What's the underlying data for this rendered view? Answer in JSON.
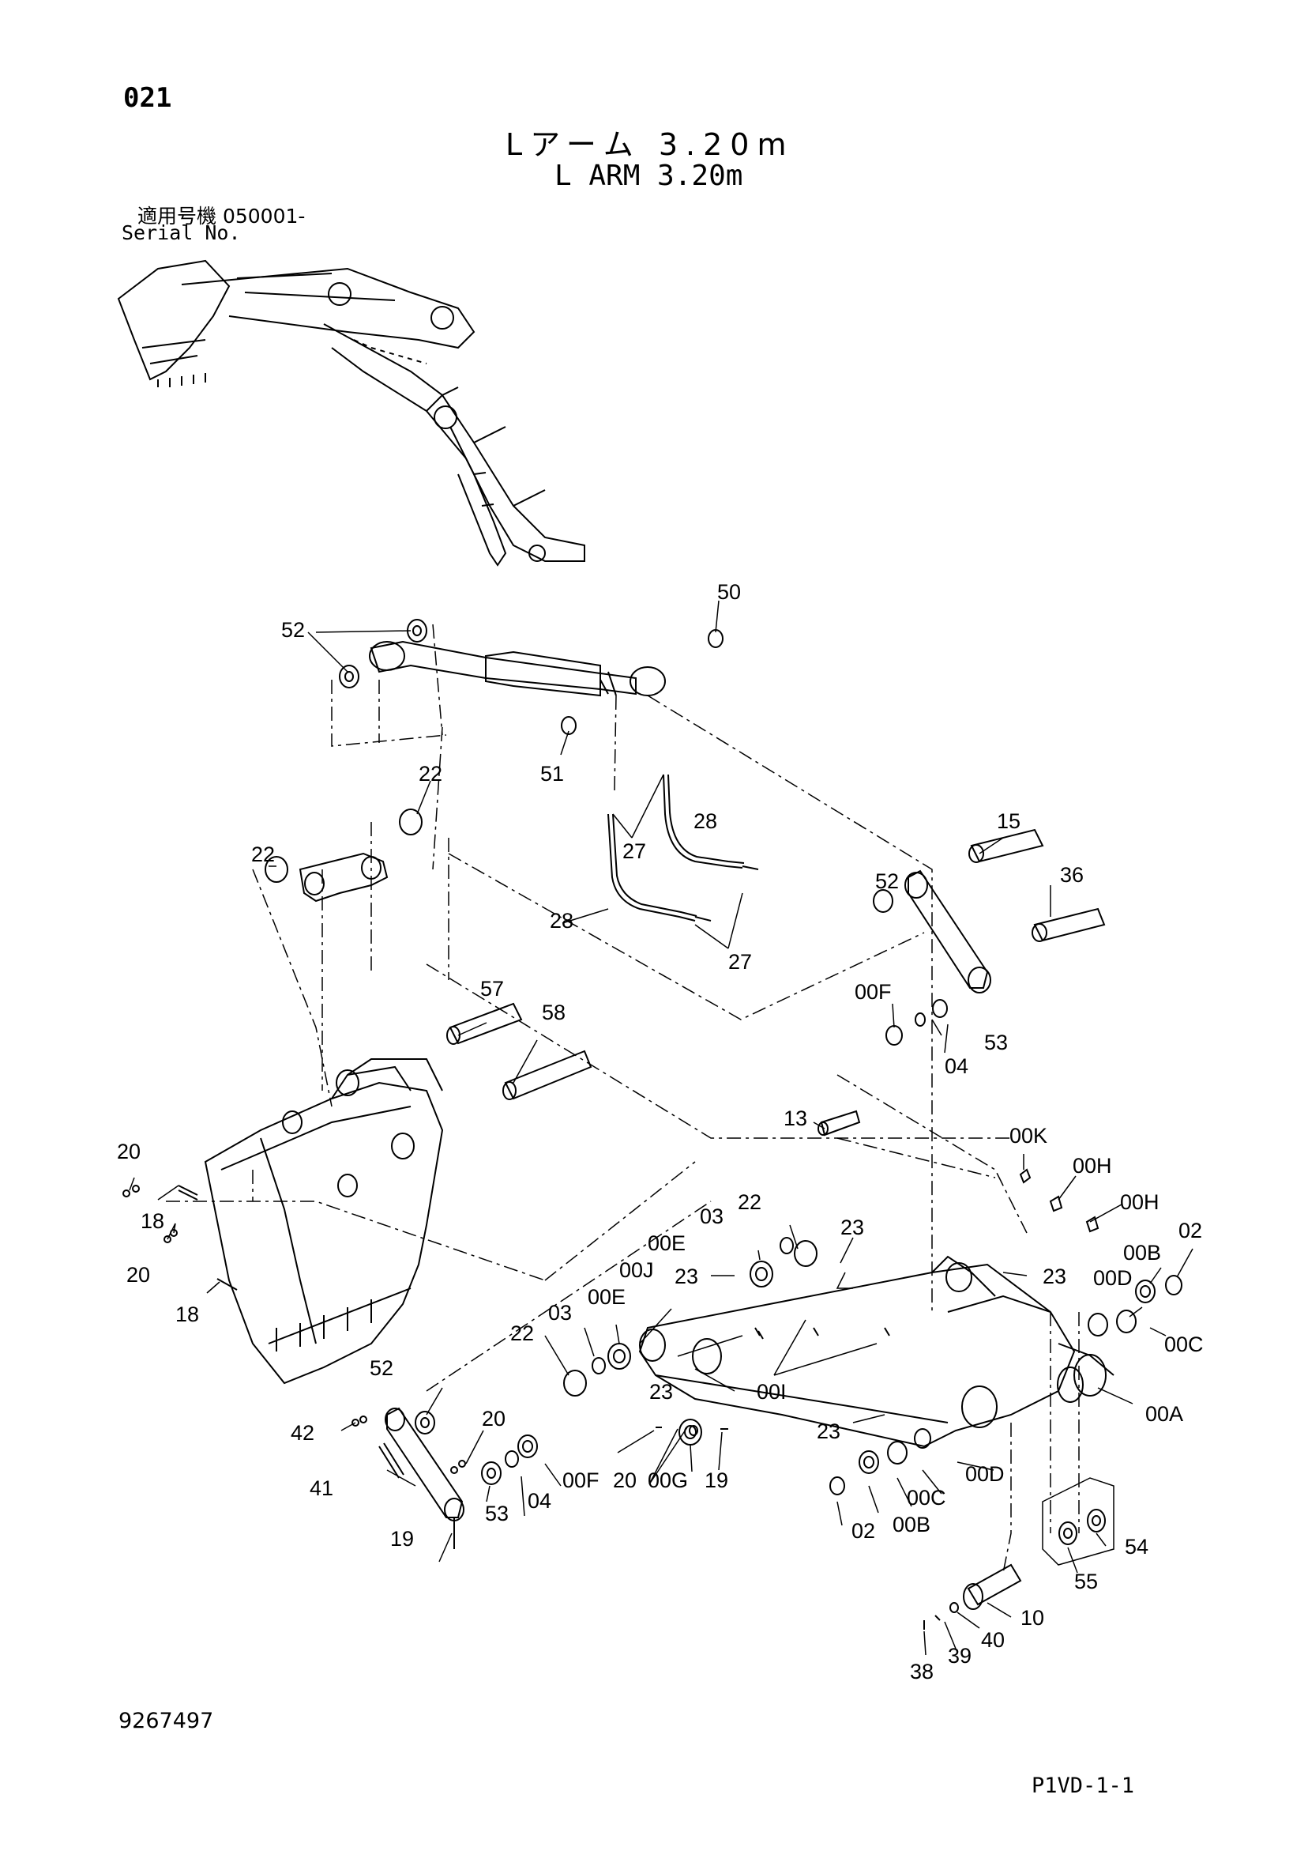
{
  "header": {
    "page_number": "021",
    "title_jp": "Lアーム 3.20m",
    "title_en": "L ARM 3.20m",
    "serial_jp": "適用号機 050001-",
    "serial_en": "Serial No."
  },
  "footer": {
    "drawing_number": "9267497",
    "page_code": "P1VD-1-1"
  },
  "callouts": [
    "50",
    "52",
    "51",
    "22",
    "22",
    "27",
    "28",
    "28",
    "27",
    "15",
    "52",
    "36",
    "57",
    "58",
    "00F",
    "04",
    "53",
    "13",
    "00K",
    "20",
    "00H",
    "00H",
    "02",
    "18",
    "22",
    "03",
    "23",
    "00B",
    "00E",
    "20",
    "00J",
    "23",
    "23",
    "00D",
    "18",
    "22",
    "03",
    "00E",
    "00C",
    "52",
    "00A",
    "42",
    "20",
    "23",
    "00I",
    "23",
    "41",
    "53",
    "04",
    "00F",
    "20",
    "00G",
    "19",
    "00D",
    "00C",
    "19",
    "02",
    "00B",
    "54",
    "55",
    "10",
    "40",
    "39",
    "38"
  ]
}
